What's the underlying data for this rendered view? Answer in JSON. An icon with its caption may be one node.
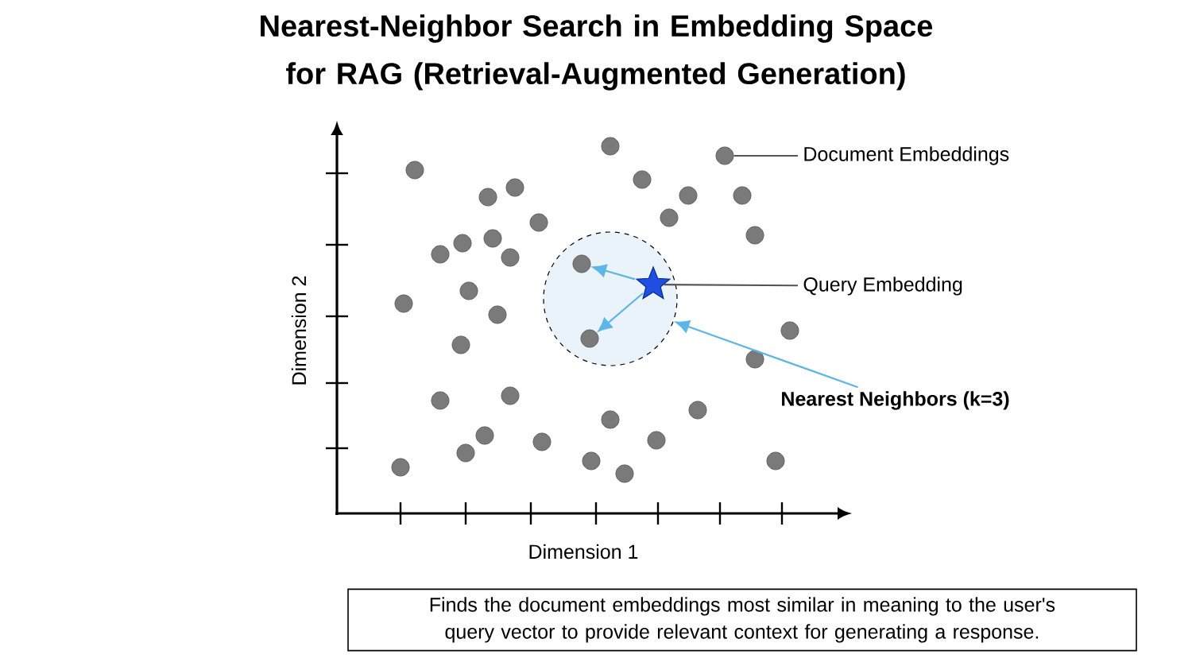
{
  "diagram": {
    "title": "Nearest-Neighbor Search in Embedding Space for RAG (Retrieval-Augmented Generation)",
    "caption": "Finds the document embeddings most similar in meaning to the user's query vector to provide relevant context for generating a response.",
    "nodes": [
      {
        "text": [
          "Document Embeddings"
        ]
      },
      {
        "text": [],
        "shape": "circle"
      },
      {
        "text": [
          "Query Embedding"
        ]
      },
      {
        "text": [],
        "shape": "circle"
      },
      {
        "text": [],
        "shape": "star",
        "in": 3
      },
      {
        "text": [],
        "shape": "circle",
        "in": 3
      },
      {
        "text": [],
        "shape": "circle",
        "in": 3
      },
      {
        "text": [
          "Nearest Neighbors (k=3)"
        ]
      }
    ],
    "edges": [
      {
        "from": 0,
        "to": 1,
        "arrow": "none",
        "color": "#555555"
      },
      {
        "from": 2,
        "to": 4,
        "arrow": "none",
        "color": "#555555"
      },
      {
        "from": 4,
        "to": 5,
        "arrow": "to"
      },
      {
        "from": 4,
        "to": 6,
        "arrow": "to"
      },
      {
        "from": 7,
        "to": 3,
        "arrow": "to"
      }
    ],
    "labels": [
      "Dimension 2",
      "Dimension 1"
    ]
  }
}
